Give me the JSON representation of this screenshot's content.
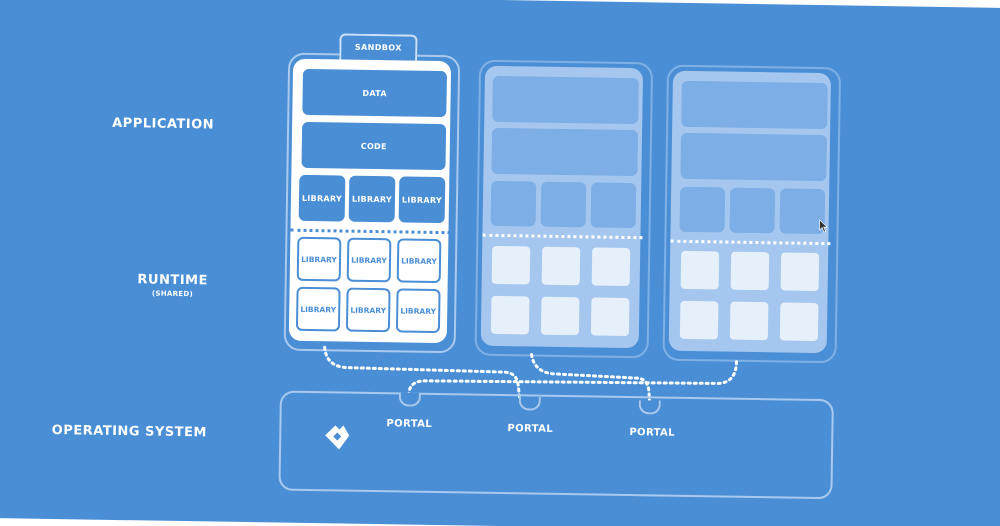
{
  "labels": {
    "application": "APPLICATION",
    "runtime": "RUNTIME",
    "runtime_sub": "(SHARED)",
    "operating_system": "OPERATING SYSTEM"
  },
  "sandbox": {
    "tab": "SANDBOX",
    "data": "DATA",
    "code": "CODE",
    "app_libraries": [
      "LIBRARY",
      "LIBRARY",
      "LIBRARY"
    ],
    "runtime_libraries": [
      "LIBRARY",
      "LIBRARY",
      "LIBRARY",
      "LIBRARY",
      "LIBRARY",
      "LIBRARY"
    ]
  },
  "portals": [
    "PORTAL",
    "PORTAL",
    "PORTAL"
  ],
  "colors": {
    "background": "#4a8fd6",
    "active_sandbox": "#ffffff",
    "inactive_sandbox": "#a5c7ef",
    "outline": "#a9c9ee"
  },
  "icons": [
    "os-logo-icon",
    "mouse-cursor-icon"
  ]
}
